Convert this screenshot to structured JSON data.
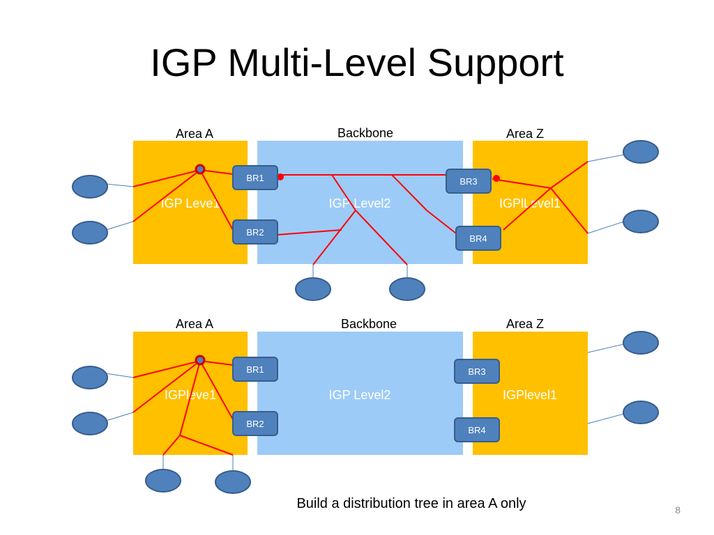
{
  "title": "IGP Multi-Level Support",
  "caption": "Build a distribution tree in area A only",
  "page_number": "8",
  "colors": {
    "area_fill": "#ffc000",
    "backbone_fill": "#9dcbf7",
    "router_fill": "#4f81bd",
    "router_stroke": "#385d8a",
    "tree_line": "#ff0000",
    "link_line": "#4a7fb5",
    "area_label": "#ffffff"
  },
  "diagrams": [
    {
      "area_a": {
        "heading": "Area A",
        "inner_label": "IGP Leve1"
      },
      "backbone": {
        "heading": "Backbone",
        "inner_label": "IGP Level2"
      },
      "area_z": {
        "heading": "Area Z",
        "inner_label": "IGPlLevel1"
      },
      "routers": [
        "BR1",
        "BR2",
        "BR3",
        "BR4"
      ]
    },
    {
      "area_a": {
        "heading": "Area A",
        "inner_label": "IGPleve1"
      },
      "backbone": {
        "heading": "Backbone",
        "inner_label": "IGP Level2"
      },
      "area_z": {
        "heading": "Area Z",
        "inner_label": "IGPlevel1"
      },
      "routers": [
        "BR1",
        "BR2",
        "BR3",
        "BR4"
      ]
    }
  ]
}
